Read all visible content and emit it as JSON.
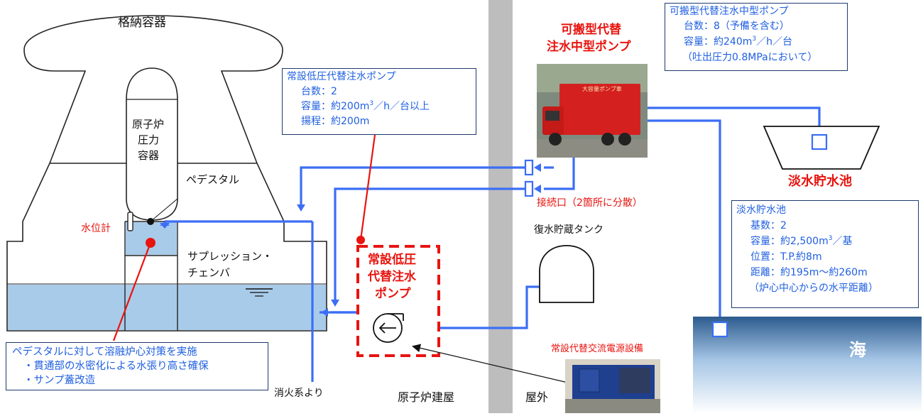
{
  "colors": {
    "pipe": "#3b6ef5",
    "accent_red": "#e8140f",
    "water": "#a9cbea",
    "wall": "#bdbdbd",
    "text_blue": "#1f5fe0"
  },
  "containment": {
    "title": "格納容器",
    "rpv": [
      "原子炉",
      "圧力",
      "容器"
    ],
    "pedestal": "ペデスタル",
    "water_gauge": "水位計",
    "suppression": [
      "サプレッション・",
      "チェンバ"
    ]
  },
  "measure_box": {
    "title": "ペデスタルに対して溶融炉心対策を実施",
    "items": [
      "・貫通部の水密化による水張り高さ確保",
      "・サンプ蓋改造"
    ]
  },
  "fixed_pump_spec": {
    "title": "常設低圧代替注水ポンプ",
    "count": "台数：2",
    "capacity_pre": "容量：約200m",
    "capacity_sup": "3",
    "capacity_post": "／h／台以上",
    "head": "揚程：約200m"
  },
  "fixed_pump_label": [
    "常設低圧",
    "代替注水",
    "ポンプ"
  ],
  "fire_system": "消火系より",
  "building": "原子炉建屋",
  "outdoor": "屋外",
  "cst": "復水貯蔵タンク",
  "connection": "接続口（2箇所に分散）",
  "mobile_pump_label": [
    "可搬型代替",
    "注水中型ポンプ"
  ],
  "mobile_pump_spec": {
    "title": "可搬型代替注水中型ポンプ",
    "count": "台数：8（予備を含む）",
    "capacity_pre": "容量：約240m",
    "capacity_sup": "3",
    "capacity_post": "／h／台",
    "note": "（吐出圧力0.8MPaにおいて）"
  },
  "reservoir": "淡水貯水池",
  "reservoir_spec": {
    "title": "淡水貯水池",
    "count": "基数：2",
    "capacity_pre": "容量：約2,500m",
    "capacity_sup": "3",
    "capacity_post": "／基",
    "position": "位置：T.P.約8m",
    "distance": "距離：約195m～約260m",
    "note": "（炉心中心からの水平距離）"
  },
  "sea": "海",
  "ac_power": "常設代替交流電源設備",
  "truck_text": "大容量ポンプ車"
}
